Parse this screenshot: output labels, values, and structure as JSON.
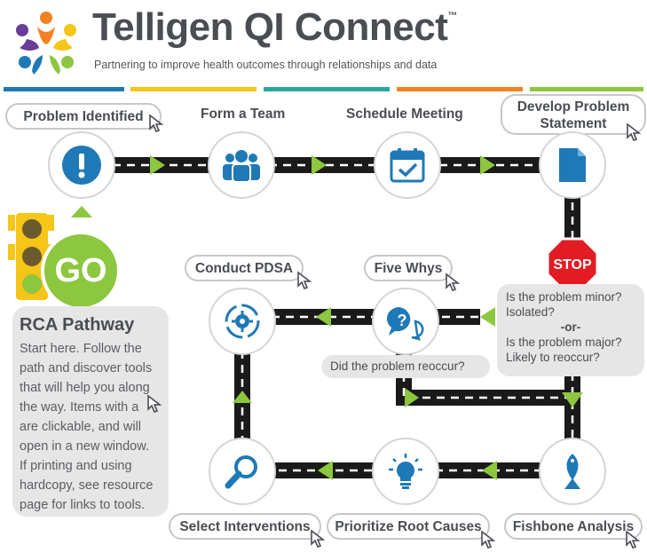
{
  "header": {
    "title": "Telligen QI Connect",
    "trademark": "™",
    "tagline": "Partnering to improve health outcomes through relationships and data"
  },
  "colors": {
    "road": "#1a1a1a",
    "arrow": "#8dc63f",
    "icon_blue": "#1f79b6",
    "stop_red": "#e31b23",
    "go_green": "#8dc63f",
    "stripes": [
      "#1f79b6",
      "#f5c518",
      "#2aa8a0",
      "#f58220",
      "#8dc63f"
    ]
  },
  "steps": {
    "problem_identified": "Problem Identified",
    "form_team": "Form a Team",
    "schedule_meeting": "Schedule Meeting",
    "develop_statement_l1": "Develop Problem",
    "develop_statement_l2": "Statement",
    "conduct_pdsa": "Conduct PDSA",
    "five_whys": "Five Whys",
    "select_interventions": "Select Interventions",
    "prioritize_root_causes": "Prioritize Root Causes",
    "fishbone_analysis": "Fishbone Analysis"
  },
  "signs": {
    "stop": "STOP",
    "go": "GO"
  },
  "questions": {
    "q1": "Is the problem minor?",
    "q2": "Isolated?",
    "or": "-or-",
    "q3": "Is the problem major?",
    "q4": "Likely to reoccur?",
    "reoccur": "Did the problem reoccur?"
  },
  "rca": {
    "title": "RCA Pathway",
    "text_l1": "Start here. Follow the",
    "text_l2": "path and discover tools",
    "text_l3": "that will help you along",
    "text_l4": "the way. Items with a",
    "text_l5": "are clickable, and will",
    "text_l6": "open in a new window.",
    "text_l7": "If printing and using",
    "text_l8": "hardcopy, see resource",
    "text_l9": "page for links to tools."
  },
  "icons": {
    "warning": "warning-icon",
    "team": "team-icon",
    "calendar": "calendar-icon",
    "document": "document-icon",
    "pdsa": "pdsa-cycle-icon",
    "questions": "question-bubbles-icon",
    "search": "magnifier-icon",
    "lightbulb": "lightbulb-icon",
    "fishbone": "fish-icon",
    "cursor": "cursor-icon"
  }
}
